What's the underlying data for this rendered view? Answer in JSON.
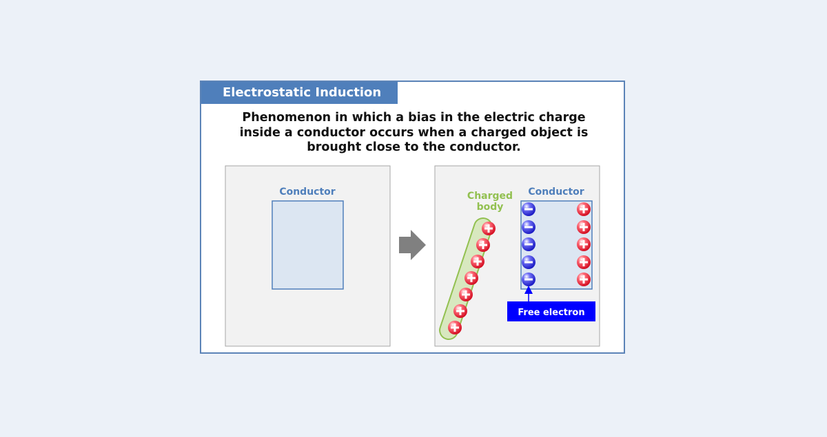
{
  "title": "Electrostatic Induction",
  "definition": [
    "Phenomenon in which a bias in the electric charge",
    "inside a conductor occurs when a charged object is",
    "brought close to the conductor."
  ],
  "before_panel": {
    "conductor_label": "Conductor"
  },
  "after_panel": {
    "charged_body_label": [
      "Charged",
      "body"
    ],
    "conductor_label": "Conductor",
    "free_electron_label": "Free electron"
  },
  "colors": {
    "background": "#ecf1f8",
    "accent": "#4f7fbb",
    "conductor_fill": "#dce6f2",
    "panel_fill": "#f2f2f2",
    "charged_body": "#92c050",
    "positive": "#e6283c",
    "negative": "#2b2bd6",
    "free_electron_box": "#0000ff"
  }
}
